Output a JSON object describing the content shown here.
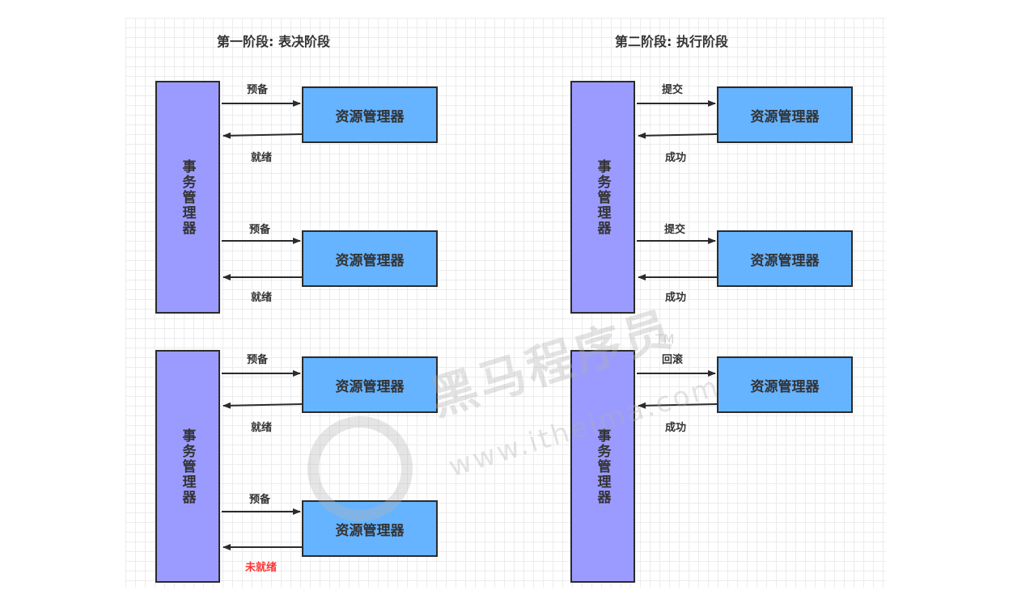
{
  "titles": {
    "phase1": "第一阶段: 表决阶段",
    "phase2": "第二阶段: 执行阶段"
  },
  "transaction_manager": "事务管理器",
  "resource_manager": "资源管理器",
  "labels": {
    "prepare": "预备",
    "ready": "就绪",
    "not_ready": "未就绪",
    "commit": "提交",
    "success": "成功",
    "rollback": "回滚"
  },
  "watermark": {
    "brand": "黑马程序员",
    "url": "www.itheima.com",
    "tm": "TM"
  },
  "colors": {
    "transaction_manager_fill": "#9b9bff",
    "resource_manager_fill": "#66b3ff",
    "warning_text": "#ff3333"
  }
}
